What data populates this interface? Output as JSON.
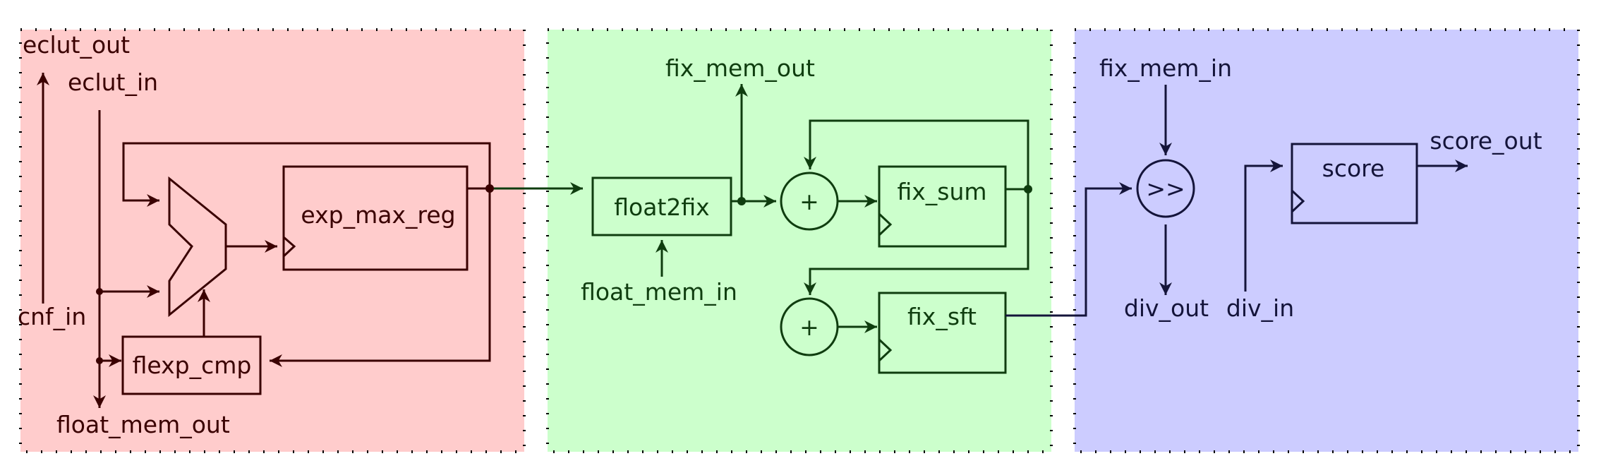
{
  "colors": {
    "panel_left": "#ffcccc",
    "panel_middle": "#ccffcc",
    "panel_right": "#ccccff",
    "ink_left": "#3a0000",
    "ink_middle": "#0f3d0f",
    "ink_right": "#14143a"
  },
  "left": {
    "eclut_out": "eclut_out",
    "eclut_in": "eclut_in",
    "cnf_in": "cnf_in",
    "float_mem_out": "float_mem_out",
    "exp_max_reg": "exp_max_reg",
    "flexp_cmp": "flexp_cmp"
  },
  "middle": {
    "fix_mem_out": "fix_mem_out",
    "float_mem_in": "float_mem_in",
    "float2fix": "float2fix",
    "fix_sum": "fix_sum",
    "fix_sft": "fix_sft",
    "adder_symbol": "+"
  },
  "right": {
    "fix_mem_in": "fix_mem_in",
    "shift_symbol": ">>",
    "div_out": "div_out",
    "div_in": "div_in",
    "score": "score",
    "score_out": "score_out"
  }
}
